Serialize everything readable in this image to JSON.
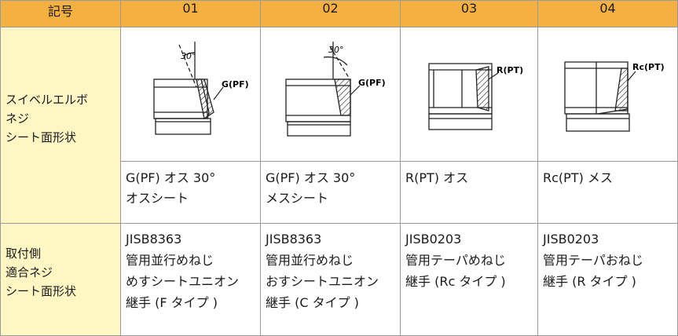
{
  "header": {
    "label": "記号",
    "cols": [
      "01",
      "02",
      "03",
      "04"
    ]
  },
  "rows": {
    "shape_label": [
      "スイベルエルボ",
      "ネジ",
      "シート面形状"
    ],
    "drawing_labels": [
      "G(PF)",
      "G(PF)",
      "R(PT)",
      "Rc(PT)"
    ],
    "angle_label": "30°",
    "desc": [
      [
        "G(PF) オス 30°",
        "オスシート"
      ],
      [
        "G(PF) オス 30°",
        "メスシート"
      ],
      [
        "R(PT) オス"
      ],
      [
        "Rc(PT) メス"
      ]
    ],
    "mount_label": [
      "取付側",
      "適合ネジ",
      "シート面形状"
    ],
    "jis": [
      [
        "JISB8363",
        "管用並行めねじ",
        "めすシートユニオン",
        "継手 (F タイプ )"
      ],
      [
        "JISB8363",
        "管用並行めねじ",
        "おすシートユニオン",
        "継手 (C タイプ )"
      ],
      [
        "JISB0203",
        "管用テーパめねじ",
        "継手 (Rc タイプ )"
      ],
      [
        "JISB0203",
        "管用テーパおねじ",
        "継手 (R タイプ )"
      ]
    ]
  },
  "colors": {
    "header_bg": "#f5b042",
    "label_bg": "#fff6c4",
    "border": "#9a9a9a"
  }
}
